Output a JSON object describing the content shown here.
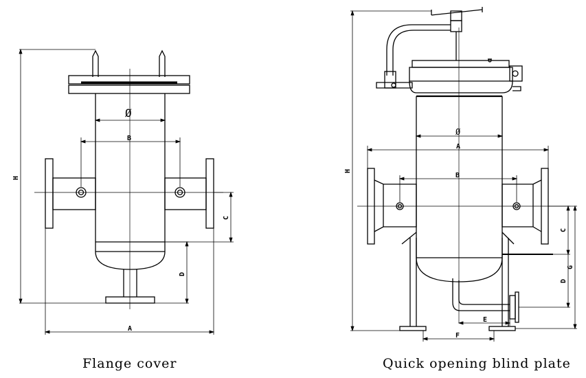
{
  "captions": {
    "left": "Flange cover",
    "right": "Quick opening blind plate"
  },
  "left_labels": {
    "diameter": "Ø",
    "B": "B",
    "H": "H",
    "C": "C",
    "D": "D",
    "A": "A"
  },
  "right_labels": {
    "diameter": "Ø",
    "A": "A",
    "B": "B",
    "H": "H",
    "C": "C",
    "D": "D",
    "G": "G",
    "E": "E",
    "F": "F"
  }
}
